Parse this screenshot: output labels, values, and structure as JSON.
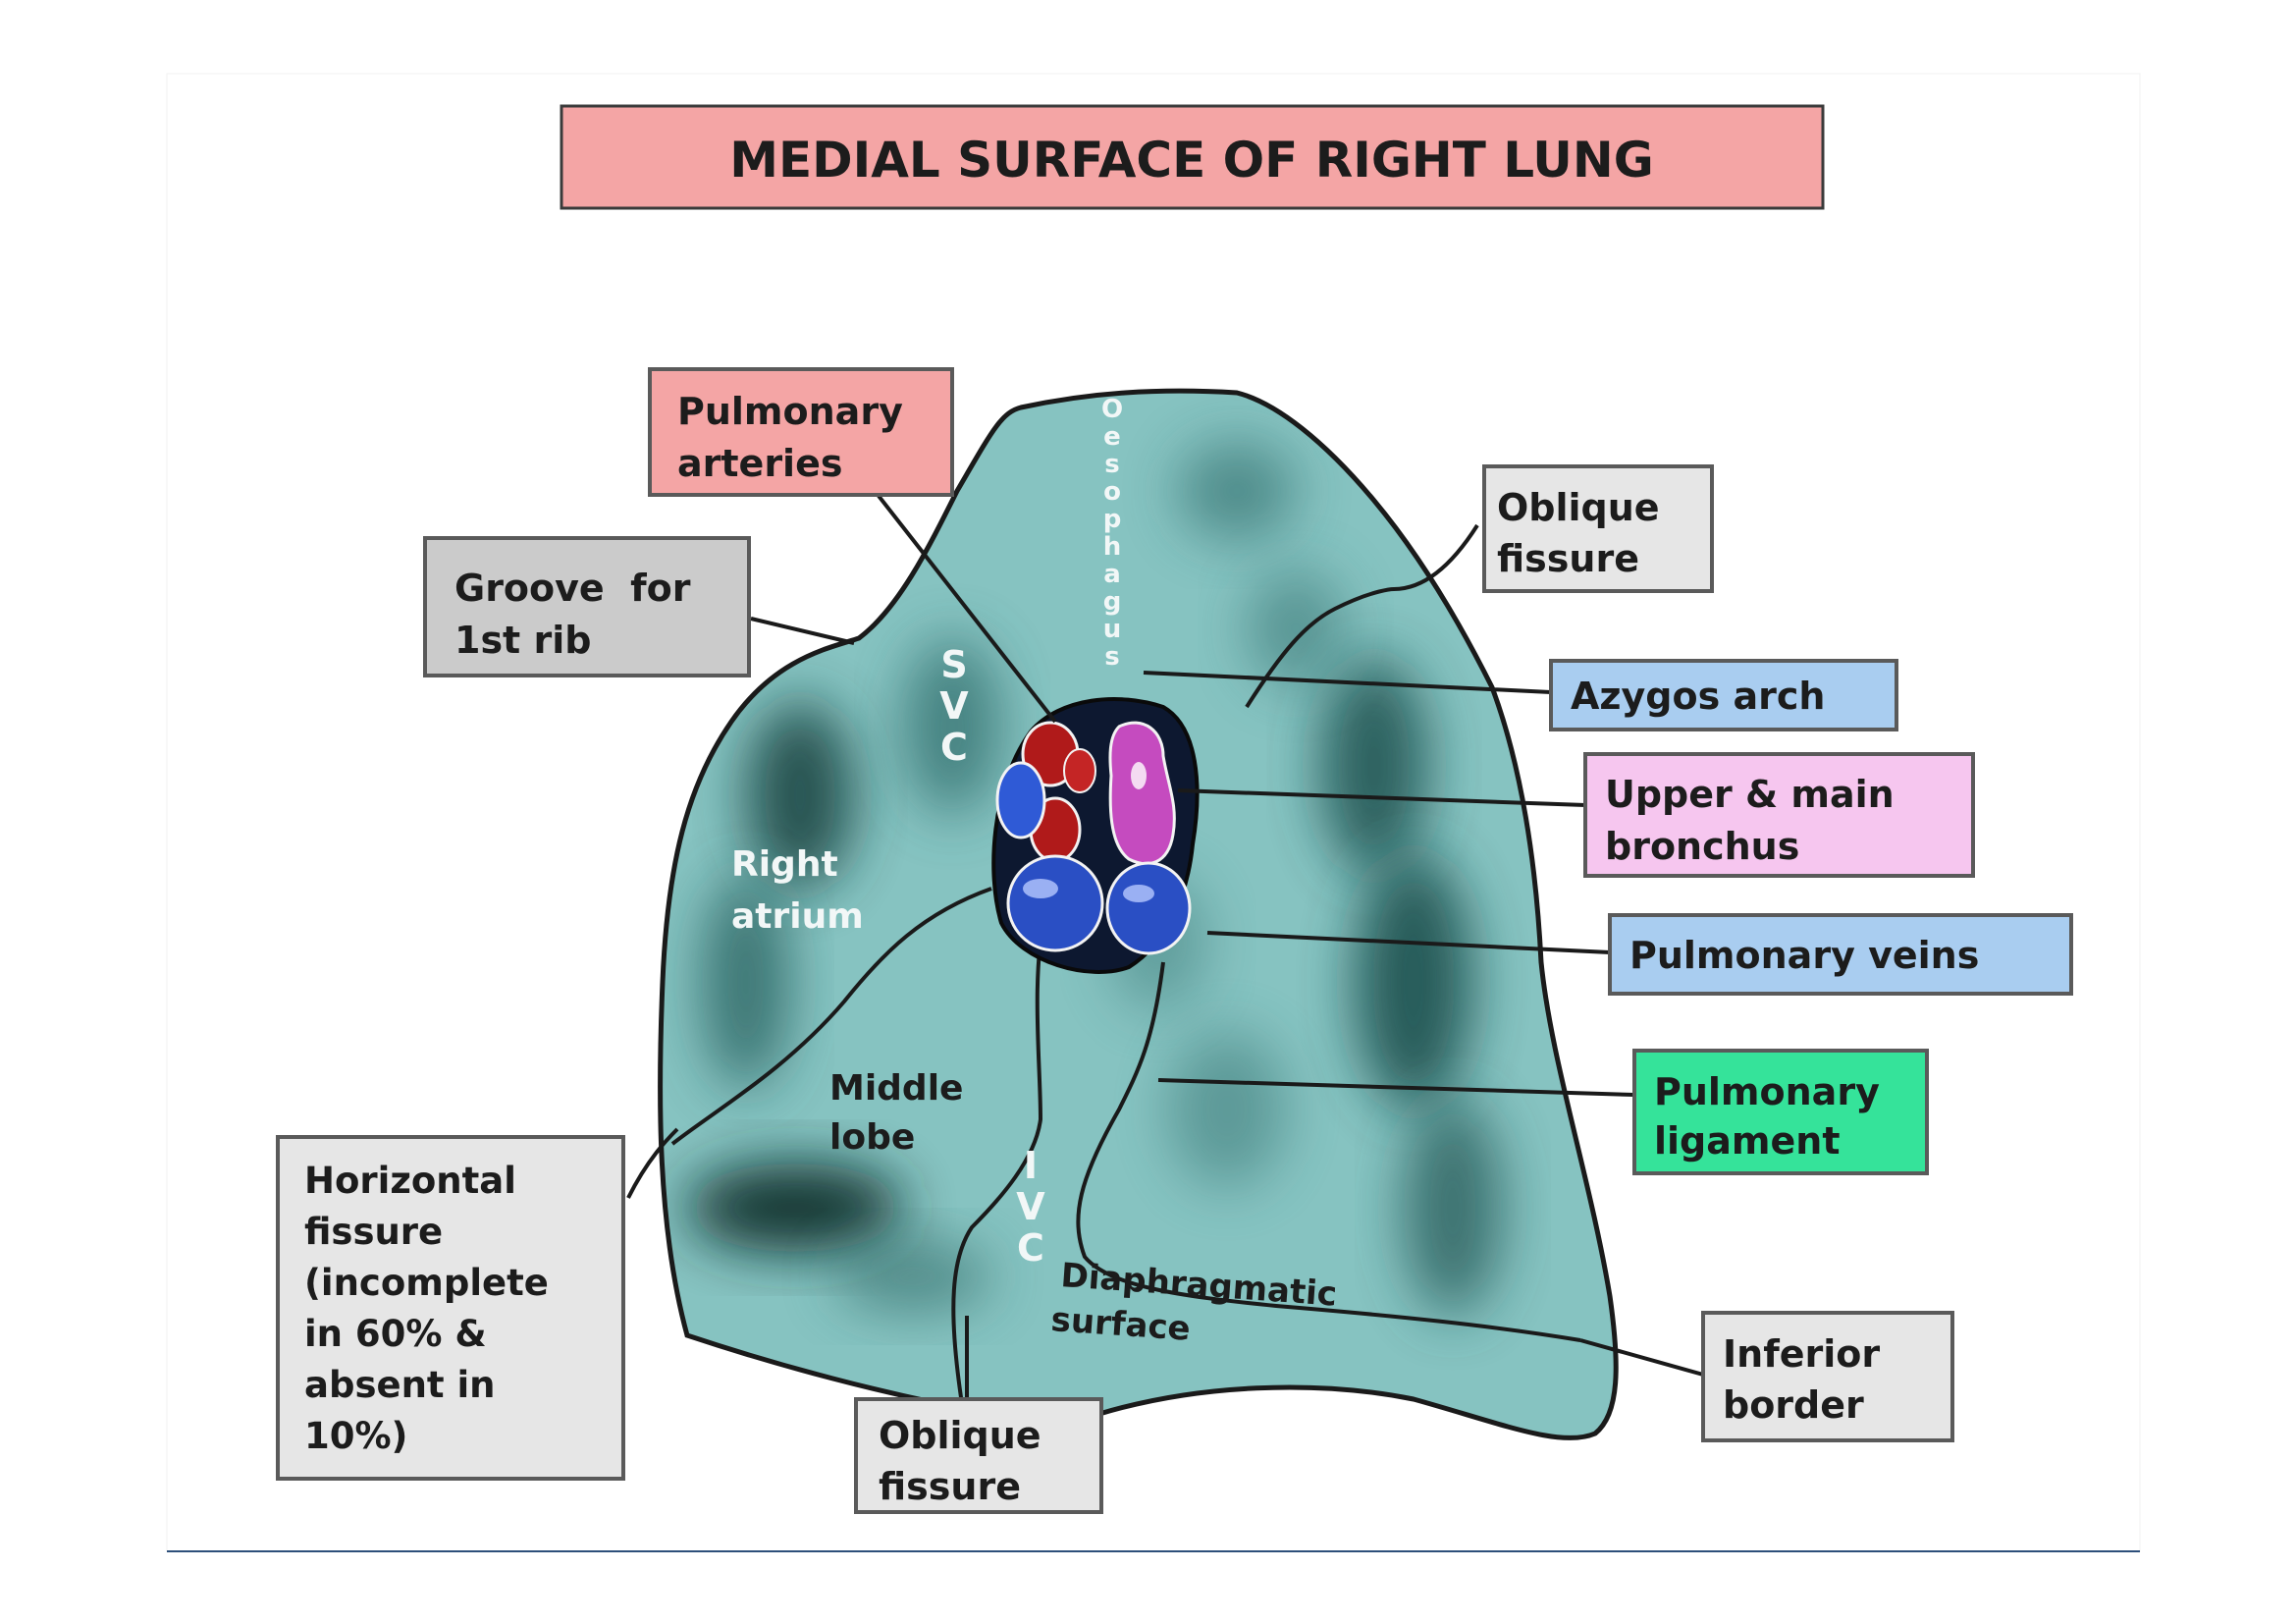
{
  "title": "MEDIAL SURFACE OF RIGHT LUNG",
  "colors": {
    "title_box": "#f4a5a5",
    "gray_box": "#cbcbcb",
    "light_gray_box": "#e6e6e6",
    "blue_box": "#a9cdf0",
    "pink_box": "#f6c6ef",
    "green_box": "#35e39a",
    "lung_fill": "#86c3c1",
    "lung_dark": "#1f4f4d",
    "outline": "#1a1a1a"
  },
  "labels": {
    "pulmonary_arteries": [
      "Pulmonary",
      "arteries"
    ],
    "groove_1st_rib": [
      "Groove  for",
      "1st rib"
    ],
    "oblique_fissure_top": [
      "Oblique",
      "fissure"
    ],
    "azygos_arch": "Azygos arch",
    "upper_main_bronchus": [
      "Upper & main",
      "bronchus"
    ],
    "pulmonary_veins": "Pulmonary veins",
    "pulmonary_ligament": [
      "Pulmonary",
      "ligament"
    ],
    "horizontal_fissure": [
      "Horizontal",
      "fissure",
      "(incomplete",
      "in 60% &",
      "absent in",
      "10%)"
    ],
    "oblique_fissure_bottom": [
      "Oblique",
      "fissure"
    ],
    "inferior_border": [
      "Inferior",
      "border"
    ]
  },
  "inner_labels": {
    "oesophagus": "Oesophagus",
    "svc": "SVC",
    "right_atrium": [
      "Right",
      "atrium"
    ],
    "middle_lobe": [
      "Middle",
      "lobe"
    ],
    "ivc": "IVC",
    "diaphragmatic_surface": [
      "Diaphragmatic",
      "surface"
    ]
  }
}
